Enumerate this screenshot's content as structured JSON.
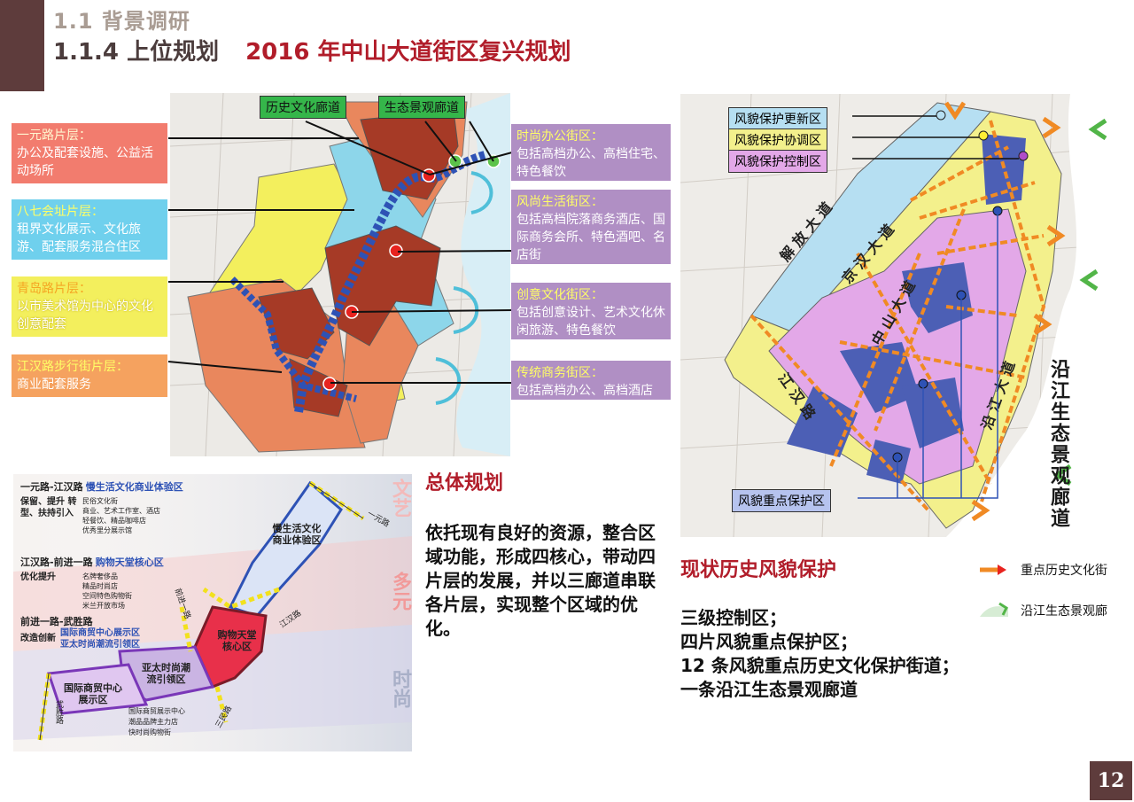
{
  "header": {
    "section": "1.1 背景调研",
    "subsection": "1.1.4 上位规划",
    "plan_title": "2016 年中山大道街区复兴规划"
  },
  "page_number": "12",
  "left_map": {
    "green_labels": [
      "历史文化廊道",
      "生态景观廊道"
    ],
    "layers": [
      {
        "title": "一元路片层：",
        "desc": "办公及配套设施、公益活动场所",
        "color": "#f27c6e",
        "title_color": "#fff6cf"
      },
      {
        "title": "八七会址片层：",
        "desc": "租界文化展示、文化旅游、配套服务混合住区",
        "color": "#6fd0ed",
        "title_color": "#ffff66"
      },
      {
        "title": "青岛路片层：",
        "desc": "以市美术馆为中心的文化创意配套",
        "color": "#f3ef5d",
        "title_color": "#f5a623"
      },
      {
        "title": "江汉路步行街片层：",
        "desc": "商业配套服务",
        "color": "#f5a25f",
        "title_color": "#ffff66"
      }
    ],
    "districts": [
      {
        "title": "时尚办公街区：",
        "desc": "包括高档办公、高档住宅、特色餐饮"
      },
      {
        "title": "风尚生活街区：",
        "desc": "包括高档院落商务酒店、国际商务会所、特色酒吧、名店街"
      },
      {
        "title": "创意文化街区：",
        "desc": "包括创意设计、艺术文化休闲旅游、特色餐饮"
      },
      {
        "title": "传统商务街区：",
        "desc": "包括高档办公、高档酒店"
      }
    ]
  },
  "overall": {
    "heading": "总体规划",
    "text": "依托现有良好的资源，整合区域功能，形成四核心，带动四片层的发展，并以三廊道串联各片层，实现整个区域的优化。"
  },
  "right_map": {
    "labels": [
      "风貌保护更新区",
      "风貌保护协调区",
      "风貌保护控制区"
    ],
    "key_area": "风貌重点保护区",
    "roads": [
      "解放大道",
      "京汉大道",
      "中山大道",
      "沿江大道",
      "江汉路"
    ],
    "vertical_label": "沿江生态景观廊道",
    "colors": {
      "update": "#b6dff2",
      "coordinate": "#f3f08c",
      "control": "#e3a8e8"
    }
  },
  "protection": {
    "heading": "现状历史风貌保护",
    "lines": [
      "三级控制区；",
      "四片风貌重点保护区；",
      "12 条风貌重点历史文化保护街道；",
      "一条沿江生态景观廊道"
    ]
  },
  "legend": [
    {
      "label": "重点历史文化街",
      "icon": "orange-arrow-icon"
    },
    {
      "label": "沿江生态景观廊",
      "icon": "green-bracket-icon"
    }
  ],
  "bottom_diagram": {
    "left_blocks": [
      {
        "head": "一元路-江汉路",
        "theme": "慢生活文化商业体验区",
        "actions": "保留、提升 转型、扶持引入",
        "items": [
          "民俗文化街",
          "商业、艺术工作室、酒店",
          "轻餐饮、精品咖啡店",
          "优秀里分展示馆"
        ]
      },
      {
        "head": "江汉路-前进一路",
        "theme": "购物天堂核心区",
        "actions": "优化提升",
        "items": [
          "名牌奢侈品",
          "精品时尚店",
          "空间特色购物街",
          "米兰开放市场"
        ]
      },
      {
        "head": "前进一路-武胜路",
        "theme": "国际商贸中心展示区 亚太时尚潮流引领区",
        "actions": "改造创新",
        "items": [
          "国际商贸展示中心",
          "潮品品牌主力店",
          "快时尚购物街"
        ]
      }
    ],
    "zones": [
      "慢生活文化商业体验区",
      "购物天堂核心区",
      "亚太时尚潮流引领区",
      "国际商贸中心展示区"
    ],
    "side_words": [
      "文艺",
      "多元",
      "时尚"
    ],
    "road_labels": [
      "一元路",
      "江汉路",
      "前进一路",
      "三民路",
      "武胜路"
    ]
  }
}
